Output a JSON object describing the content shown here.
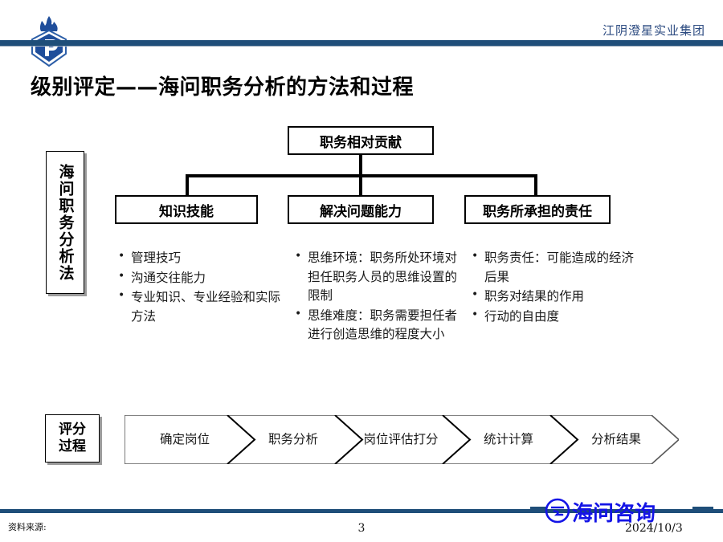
{
  "header": {
    "company": "江阴澄星实业集团",
    "logo_icon": "flame-shield-p-logo",
    "rule_color": "#1F4E79"
  },
  "title": "级别评定——海问职务分析的方法和过程",
  "method_label": "海问职务分析法",
  "tree": {
    "root": "职务相对贡献",
    "children": [
      "知识技能",
      "解决问题能力",
      "职务所承担的责任"
    ]
  },
  "columns": [
    {
      "bullets": [
        "管理技巧",
        "沟通交往能力",
        "专业知识、专业经验和实际方法"
      ]
    },
    {
      "bullets": [
        "思维环境：职务所处环境对担任职务人员的思维设置的限制",
        "思维难度：职务需要担任者进行创造思维的程度大小"
      ]
    },
    {
      "bullets": [
        "职务责任：可能造成的经济后果",
        "职务对结果的作用",
        "行动的自由度"
      ]
    }
  ],
  "process": {
    "label": "评分\n过程",
    "label_line1": "评分",
    "label_line2": "过程",
    "steps": [
      "确定岗位",
      "职务分析",
      "岗位评估打分",
      "统计计算",
      "分析结果"
    ]
  },
  "footer": {
    "source_note": "资料来源:",
    "page_number": "3",
    "logo_text": "海问咨询",
    "logo_icon": "haiwen-circle-logo",
    "date": "2024/10/3",
    "rule_color": "#1F4E79",
    "logo_color": "#1414E6"
  }
}
